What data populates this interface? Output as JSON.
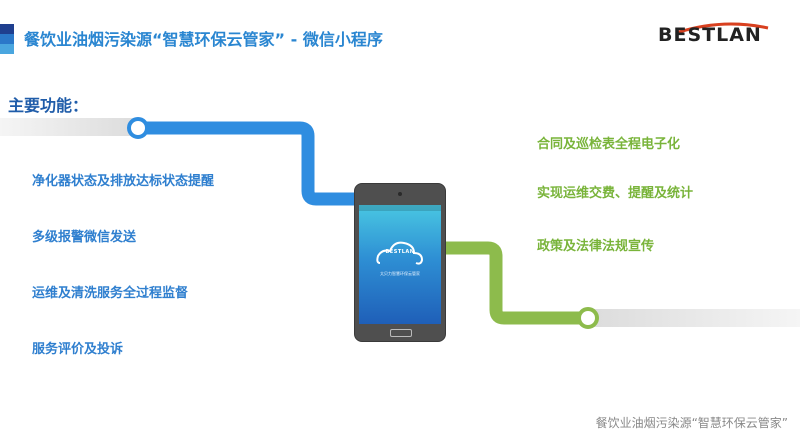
{
  "header": {
    "title_main": "餐饮业油烟污染源“智慧环保云管家”",
    "title_sep": " - ",
    "title_sub": "微信小程序",
    "logo": "BESTLAN"
  },
  "section": {
    "title": "主要功能："
  },
  "features_left": [
    "净化器状态及排放达标状态提醒",
    "多级报警微信发送",
    "运维及清洗服务全过程监督",
    "服务评价及投诉"
  ],
  "features_right": [
    "合同及巡检表全程电子化",
    "实现运维交费、提醒及统计",
    "政策及法律法规宣传"
  ],
  "phone": {
    "brand": "BESTLAN",
    "subtitle": "太贝力智慧环保云管家"
  },
  "footer": {
    "text": "餐饮业油烟污染源“智慧环保云管家”"
  },
  "colors": {
    "blue_line": "#2f8de0",
    "green_line": "#8dbb4c",
    "title_blue": "#2a86d1",
    "left_text": "#2f7fcf",
    "right_text": "#79b43a"
  }
}
